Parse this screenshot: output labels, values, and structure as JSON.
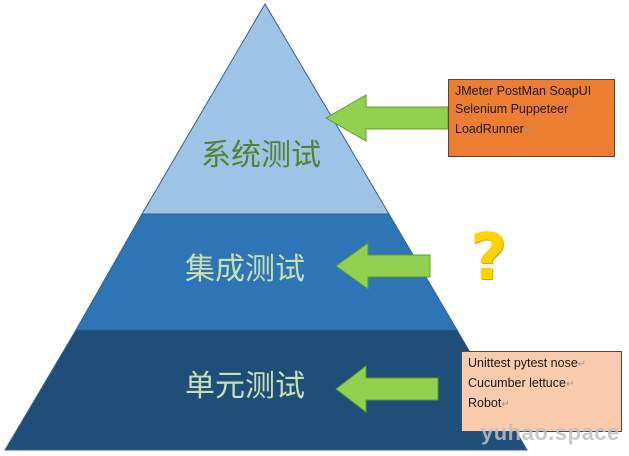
{
  "colors": {
    "tier_system": "#9dc3e6",
    "tier_integration": "#2e75b6",
    "tier_unit": "#1f4e79",
    "label_system": "#548235",
    "label_integration": "#c5e0b4",
    "label_unit": "#c5e0b4",
    "arrow_fill": "#92d050",
    "box_system_bg": "#ed7d31",
    "box_unit_bg": "#f8cbad",
    "question_mark": "#ffd200"
  },
  "pyramid": {
    "tiers": [
      {
        "label": "系统测试"
      },
      {
        "label": "集成测试"
      },
      {
        "label": "单元测试"
      }
    ]
  },
  "tool_boxes": {
    "system": {
      "lines": [
        "JMeter  PostMan  SoapUI",
        "Selenium Puppeteer",
        "LoadRunner"
      ]
    },
    "integration": {
      "symbol": "?"
    },
    "unit": {
      "lines": [
        "Unittest pytest nose",
        "Cucumber lettuce",
        "Robot"
      ]
    }
  },
  "pilcrow": "↵",
  "watermark": "yuhao.space"
}
